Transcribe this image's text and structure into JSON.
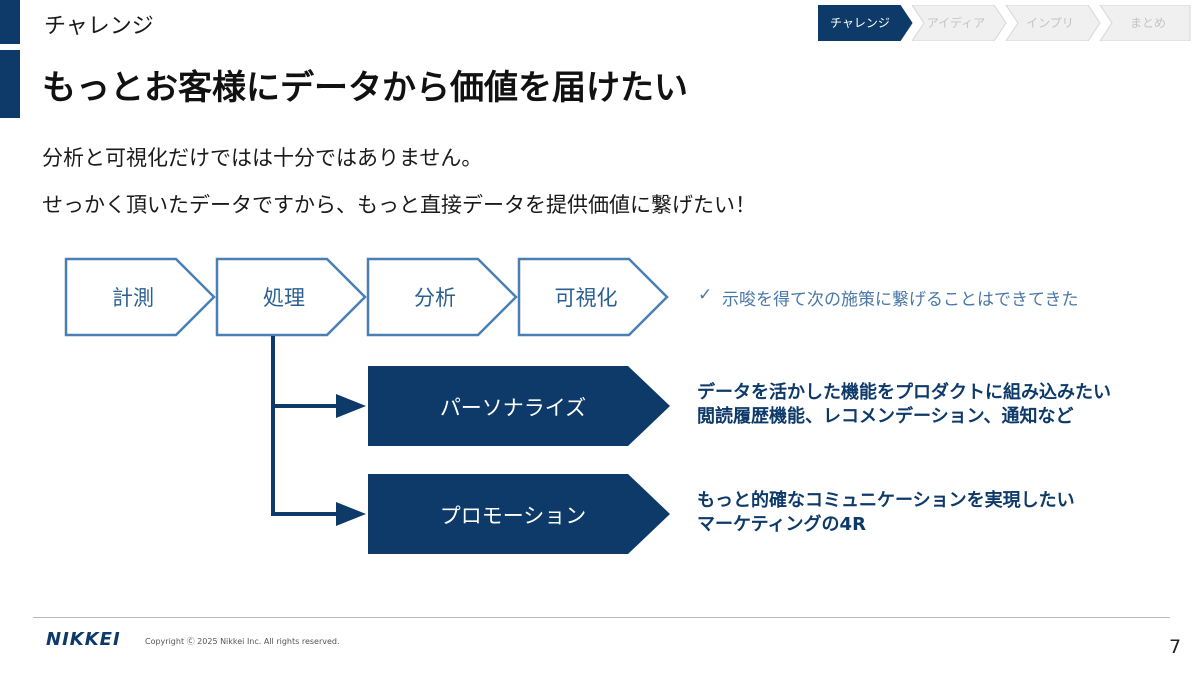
{
  "header": {
    "section": "チャレンジ",
    "title": "もっとお客様にデータから価値を届けたい"
  },
  "progress": {
    "steps": [
      {
        "label": "チャレンジ",
        "active": true
      },
      {
        "label": "アイディア",
        "active": false
      },
      {
        "label": "インプリ",
        "active": false
      },
      {
        "label": "まとめ",
        "active": false
      }
    ]
  },
  "body": {
    "line1": "分析と可視化だけではは十分ではありません。",
    "line2": "せっかく頂いたデータですから、もっと直接データを提供価値に繋げたい！"
  },
  "pipeline": {
    "steps": [
      "計測",
      "処理",
      "分析",
      "可視化"
    ],
    "check_icon": "checkmark-icon",
    "check_glyph": "✓",
    "note": "示唆を得て次の施策に繋げることはできてきた"
  },
  "branches": [
    {
      "label": "パーソナライズ",
      "desc_line1": "データを活かした機能をプロダクトに組み込みたい",
      "desc_line2": "閲読履歴機能、レコメンデーション、通知など"
    },
    {
      "label": "プロモーション",
      "desc_line1": "もっと的確なコミュニケーションを実現したい",
      "desc_line2": "マーケティングの4R"
    }
  ],
  "footer": {
    "logo": "NIKKEI",
    "copyright": "Copyright Ⓒ 2025 Nikkei Inc. All rights reserved.",
    "page": "7"
  },
  "colors": {
    "brand": "#0e3a6a",
    "outline": "#4a7fb5",
    "accent_text": "#2b5f92",
    "inactive_step": "#f0f0f0"
  }
}
